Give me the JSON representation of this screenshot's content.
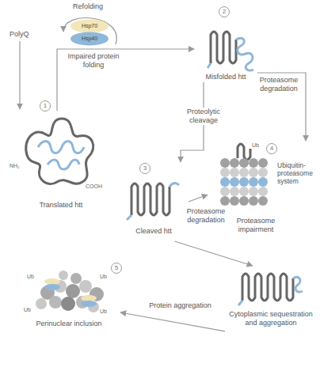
{
  "diagram": {
    "nodes": [
      {
        "text": [
          "Hsp70",
          "Hsp40"
        ]
      },
      {
        "text": [
          "Misfolded htt"
        ]
      },
      {
        "text": [
          "Translated htt"
        ]
      },
      {
        "text": [
          "Ubiquitin-proteasome system",
          "Proteasome impairment"
        ]
      },
      {
        "text": [
          "Cleaved htt"
        ]
      },
      {
        "text": [
          "Perinuclear inclusion"
        ]
      },
      {
        "text": [
          "Cytoplasmic sequestration and aggregation"
        ]
      }
    ],
    "edges": [
      {
        "from": 2,
        "to": 1,
        "arrow": "to",
        "label": "Impaired protein folding"
      },
      {
        "from": 1,
        "to": 3,
        "arrow": "to",
        "label": "Proteasome degradation"
      },
      {
        "from": 1,
        "to": 4,
        "arrow": "to",
        "label": "Proteolytic cleavage"
      },
      {
        "from": 4,
        "to": 3,
        "arrow": "to",
        "label": "Proteasome degradation"
      },
      {
        "from": 4,
        "to": 6,
        "arrow": "to"
      },
      {
        "from": 6,
        "to": 5,
        "arrow": "to",
        "label": "Protein aggregation"
      }
    ],
    "labels": [
      "PolyQ",
      "Refolding",
      "1",
      "2",
      "3",
      "4",
      "5",
      "NH₂",
      "COOH",
      "Ub",
      "Ub",
      "Ub",
      "Ub",
      "Ub"
    ]
  }
}
